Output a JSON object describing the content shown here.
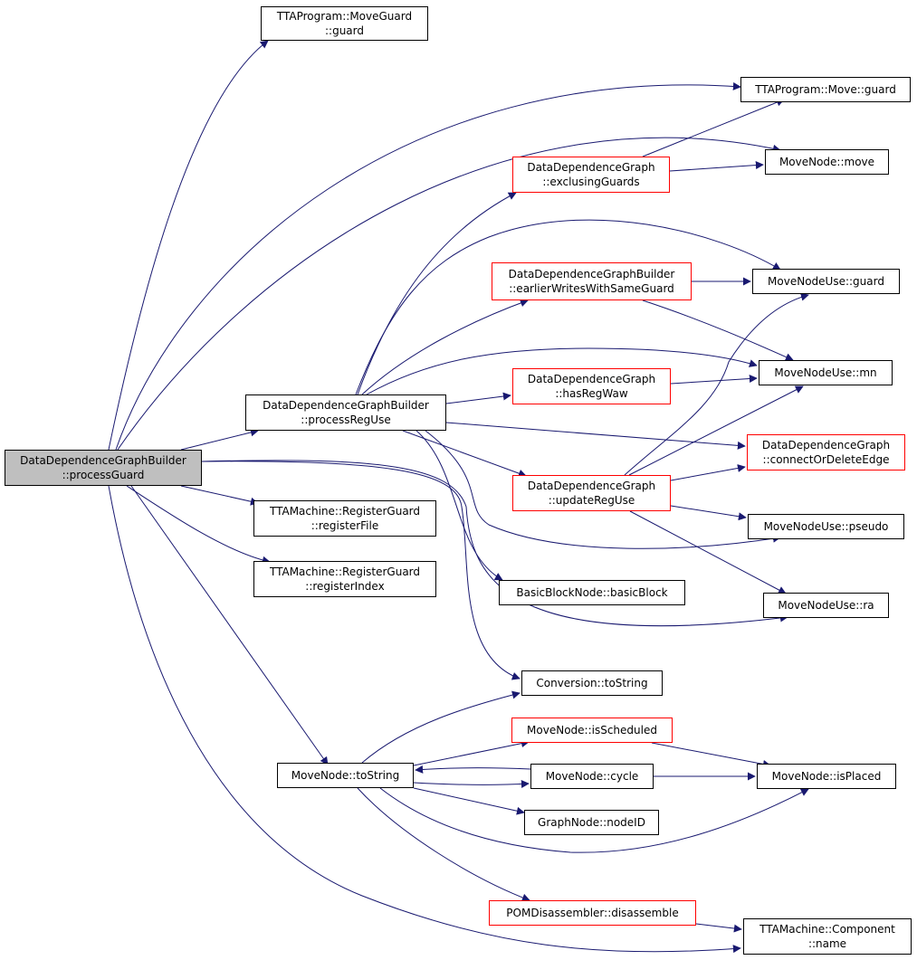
{
  "colors": {
    "edge": "#191970",
    "red_border": "#ff0000",
    "root_fill": "#bfbfbf"
  },
  "nodes": {
    "processGuard": {
      "line1": "DataDependenceGraphBuilder",
      "line2": "::processGuard"
    },
    "moveGuardGuard": {
      "line1": "TTAProgram::MoveGuard",
      "line2": "::guard"
    },
    "moveGuard": {
      "line1": "TTAProgram::Move::guard"
    },
    "exclusingGuards": {
      "line1": "DataDependenceGraph",
      "line2": "::exclusingGuards"
    },
    "moveNodeMove": {
      "line1": "MoveNode::move"
    },
    "earlierWrites": {
      "line1": "DataDependenceGraphBuilder",
      "line2": "::earlierWritesWithSameGuard"
    },
    "mnuGuard": {
      "line1": "MoveNodeUse::guard"
    },
    "processRegUse": {
      "line1": "DataDependenceGraphBuilder",
      "line2": "::processRegUse"
    },
    "hasRegWaw": {
      "line1": "DataDependenceGraph",
      "line2": "::hasRegWaw"
    },
    "mnuMn": {
      "line1": "MoveNodeUse::mn"
    },
    "connectOrDelete": {
      "line1": "DataDependenceGraph",
      "line2": "::connectOrDeleteEdge"
    },
    "updateRegUse": {
      "line1": "DataDependenceGraph",
      "line2": "::updateRegUse"
    },
    "registerFile": {
      "line1": "TTAMachine::RegisterGuard",
      "line2": "::registerFile"
    },
    "mnuPseudo": {
      "line1": "MoveNodeUse::pseudo"
    },
    "registerIndex": {
      "line1": "TTAMachine::RegisterGuard",
      "line2": "::registerIndex"
    },
    "basicBlock": {
      "line1": "BasicBlockNode::basicBlock"
    },
    "mnuRa": {
      "line1": "MoveNodeUse::ra"
    },
    "convToString": {
      "line1": "Conversion::toString"
    },
    "isScheduled": {
      "line1": "MoveNode::isScheduled"
    },
    "mnToString": {
      "line1": "MoveNode::toString"
    },
    "cycle": {
      "line1": "MoveNode::cycle"
    },
    "isPlaced": {
      "line1": "MoveNode::isPlaced"
    },
    "nodeID": {
      "line1": "GraphNode::nodeID"
    },
    "disassemble": {
      "line1": "POMDisassembler::disassemble"
    },
    "componentName": {
      "line1": "TTAMachine::Component",
      "line2": "::name"
    }
  }
}
